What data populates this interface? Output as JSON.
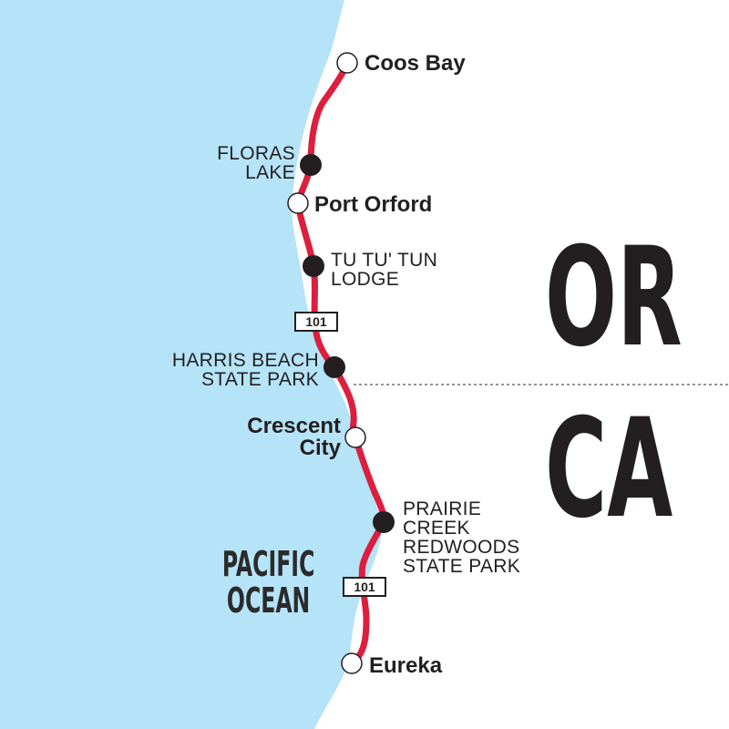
{
  "colors": {
    "ocean": "#b5e3f7",
    "land": "#ffffff",
    "route": "#dd1f3f",
    "text": "#231f20"
  },
  "states": {
    "north": "OR",
    "south": "CA"
  },
  "ocean_label": "PACIFIC\nOCEAN",
  "route_shields": [
    "101",
    "101"
  ],
  "cities": [
    {
      "name": "Coos Bay"
    },
    {
      "name": "Port Orford"
    },
    {
      "name": "Crescent\nCity"
    },
    {
      "name": "Eureka"
    }
  ],
  "stops": [
    {
      "name": "FLORAS\nLAKE"
    },
    {
      "name": "TU TU' TUN\nLODGE"
    },
    {
      "name": "HARRIS BEACH\nSTATE PARK"
    },
    {
      "name": "PRAIRIE\nCREEK\nREDWOODS\nSTATE PARK"
    }
  ]
}
